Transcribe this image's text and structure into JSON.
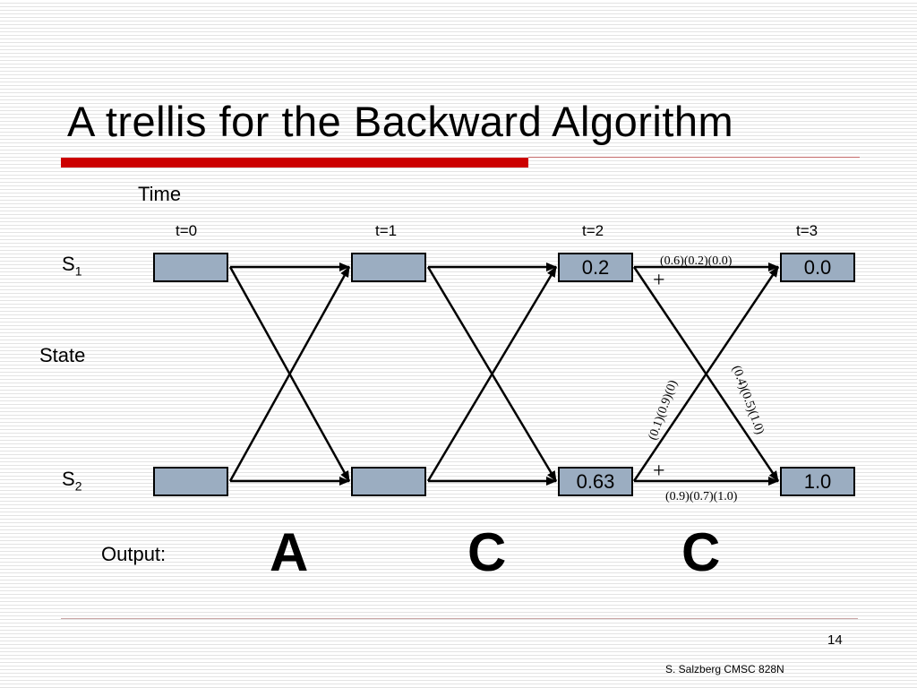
{
  "slide": {
    "title": "A trellis for the Backward Algorithm",
    "time_label": "Time",
    "state_label": "State",
    "output_label": "Output:",
    "page_number": "14",
    "footer": "S. Salzberg CMSC 828N"
  },
  "trellis": {
    "times": [
      "t=0",
      "t=1",
      "t=2",
      "t=3"
    ],
    "states": [
      {
        "name": "S",
        "sub": "1"
      },
      {
        "name": "S",
        "sub": "2"
      }
    ],
    "nodes": {
      "s1": [
        "",
        "",
        "0.2",
        "0.0"
      ],
      "s2": [
        "",
        "",
        "0.63",
        "1.0"
      ]
    },
    "outputs": [
      "A",
      "C",
      "C"
    ],
    "annotations": {
      "top": "(0.6)(0.2)(0.0)",
      "bottom": "(0.9)(0.7)(1.0)",
      "diag_up": "(0.1)(0.9)(0)",
      "diag_down": "(0.4)(0.5)(1.0)",
      "plus": "+"
    }
  }
}
